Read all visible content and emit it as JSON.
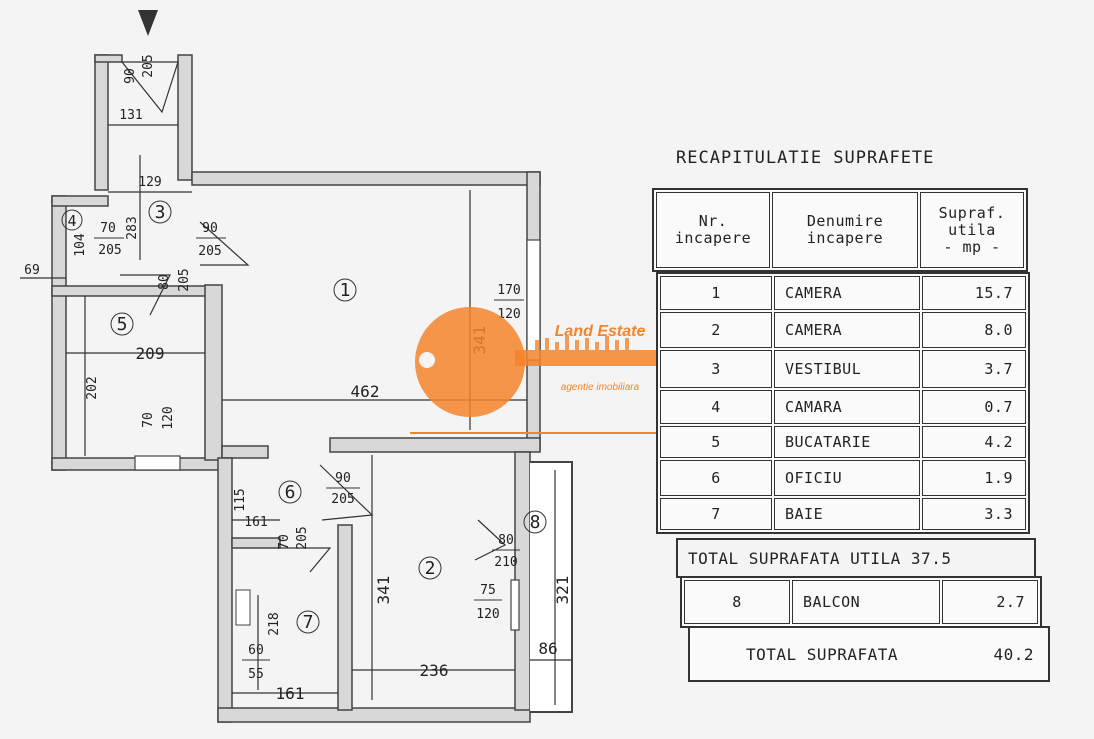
{
  "plan": {
    "rooms": [
      {
        "num": "1"
      },
      {
        "num": "2"
      },
      {
        "num": "3"
      },
      {
        "num": "4"
      },
      {
        "num": "5"
      },
      {
        "num": "6"
      },
      {
        "num": "7"
      },
      {
        "num": "8"
      }
    ],
    "dimensions": {
      "d131": "131",
      "d129": "129",
      "d283": "283",
      "d90_205a": "90",
      "d205a": "205",
      "d90_205b": "90",
      "d205b": "205",
      "d70a": "70",
      "d205c": "205",
      "d104": "104",
      "d80a": "80",
      "d205d": "205",
      "d69": "69",
      "d209": "209",
      "d202": "202",
      "d70b": "70",
      "d120a": "120",
      "d462": "462",
      "d341a": "341",
      "d170": "170",
      "d120b": "120",
      "d115": "115",
      "d161a": "161",
      "d70c": "70",
      "d205e": "205",
      "d90c": "90",
      "d205f": "205",
      "d218": "218",
      "d60": "60",
      "d55": "55",
      "d161b": "161",
      "d341b": "341",
      "d236": "236",
      "d80b": "80",
      "d210": "210",
      "d75": "75",
      "d120c": "120",
      "d321": "321",
      "d86": "86"
    }
  },
  "logo": {
    "name": "Land Estate",
    "tagline": "agentie imobiliara",
    "accent": "#f5842a"
  },
  "table": {
    "title": "RECAPITULATIE SUPRAFETE",
    "headers": {
      "nr": "Nr.\nincapere",
      "name": "Denumire\nincapere",
      "area": "Supraf.\nutila\n- mp -"
    },
    "rows": [
      {
        "nr": "1",
        "name": "CAMERA",
        "area": "15.7"
      },
      {
        "nr": "2",
        "name": "CAMERA",
        "area": "8.0"
      },
      {
        "nr": "3",
        "name": "VESTIBUL",
        "area": "3.7"
      },
      {
        "nr": "4",
        "name": "CAMARA",
        "area": "0.7"
      },
      {
        "nr": "5",
        "name": "BUCATARIE",
        "area": "4.2"
      },
      {
        "nr": "6",
        "name": "OFICIU",
        "area": "1.9"
      },
      {
        "nr": "7",
        "name": "BAIE",
        "area": "3.3"
      }
    ],
    "total_util": "TOTAL SUPRAFATA UTILA 37.5",
    "balcony": {
      "nr": "8",
      "name": "BALCON",
      "area": "2.7"
    },
    "total_label": "TOTAL SUPRAFATA",
    "total_value": "40.2"
  }
}
